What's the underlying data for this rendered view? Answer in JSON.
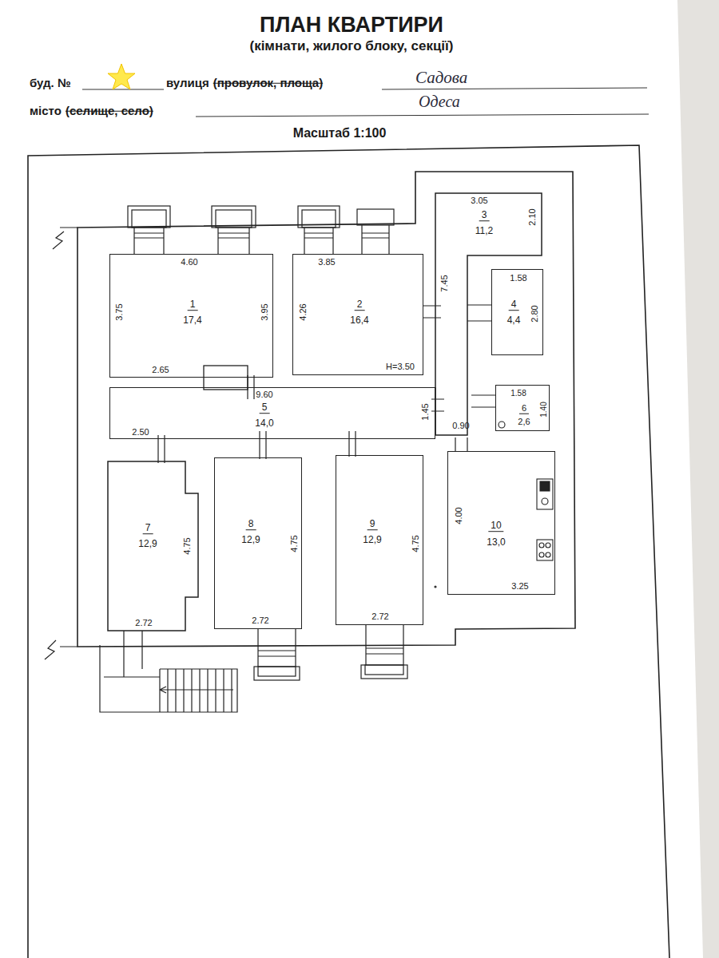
{
  "diagram": {
    "title": "ПЛАН КВАРТИРИ",
    "nodes": [
      {
        "text": [
          "1",
          "17,4",
          "4.60",
          "3.75",
          "3.95",
          "2.65"
        ]
      },
      {
        "text": [
          "2",
          "16,4",
          "3.85",
          "4.26",
          "Н=3.50"
        ]
      },
      {
        "text": [
          "3",
          "11,2",
          "3.05",
          "2.10",
          "7.45"
        ]
      },
      {
        "text": [
          "4",
          "4,4",
          "1.58",
          "2.80"
        ]
      },
      {
        "text": [
          "5",
          "14,0",
          "9.60",
          "2.50",
          "1.45"
        ]
      },
      {
        "text": [
          "6",
          "2,6",
          "1.58",
          "1.40"
        ]
      },
      {
        "text": [
          "7",
          "12,9",
          "4.75",
          "2.72"
        ]
      },
      {
        "text": [
          "8",
          "12,9",
          "4.75",
          "2.72"
        ]
      },
      {
        "text": [
          "9",
          "12,9",
          "4.75",
          "2.72"
        ]
      },
      {
        "text": [
          "10",
          "13,0",
          "4.00",
          "3.25"
        ]
      }
    ],
    "labels": [
      "(кімнати, жилого блоку, секції)",
      "буд. №",
      "вулиця",
      "(провулок, площа)",
      "Садова",
      "місто",
      "(селище, село)",
      "Одеса",
      "Масштаб 1:100",
      "0.90"
    ]
  }
}
